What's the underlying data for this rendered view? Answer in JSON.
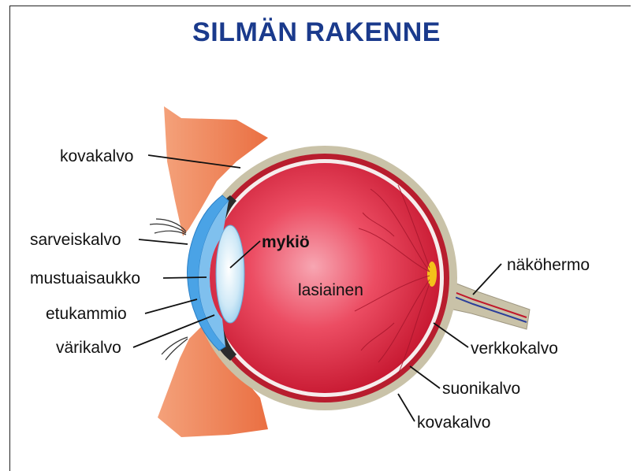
{
  "title": "SILMÄN RAKENNE",
  "colors": {
    "title": "#1a3a8c",
    "skin": "#f0855a",
    "sclera": "#c9c2a8",
    "choroid": "#b81d2e",
    "vitreous": "#e0283f",
    "cornea": "#4aa3e6",
    "lens": "#cfe9f7",
    "optic_nerve": "#c9c2a8"
  },
  "labels": {
    "kovakalvo_top": "kovakalvo",
    "sarveiskalvo": "sarveiskalvo",
    "mustuaisaukko": "mustuaisaukko",
    "etukammio": "etukammio",
    "varikalvo": "värikalvo",
    "mykio": "mykiö",
    "lasiainen": "lasiainen",
    "nakohermo": "näköhermo",
    "verkkokalvo": "verkkokalvo",
    "suonikalvo": "suonikalvo",
    "kovakalvo_bottom": "kovakalvo"
  }
}
